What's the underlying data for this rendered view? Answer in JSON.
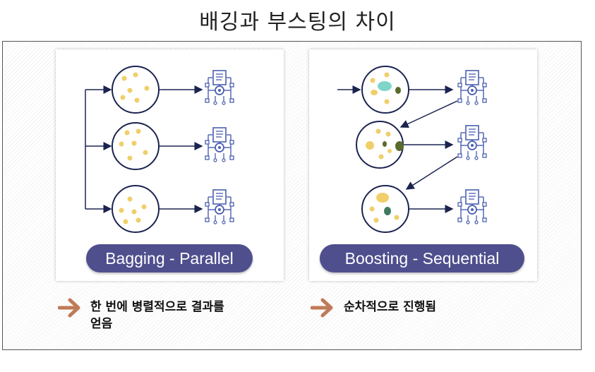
{
  "title": "배깅과 부스팅의 차이",
  "bagging": {
    "label": "Bagging - Parallel",
    "note_line1": "한 번에 병렬적으로 결과를",
    "note_line2": "얻음"
  },
  "boosting": {
    "label": "Boosting - Sequential",
    "note": "순차적으로 진행됨"
  },
  "colors": {
    "pill": "#4f4f8e",
    "arrow": "#c07a57",
    "model_icon": "#4a5fb0",
    "dot": "#f0cf6a",
    "dark_dot": "#5a6b2e",
    "teal_dot": "#7fd6c8"
  },
  "icons": [
    "model-icon",
    "sample-circle",
    "arrow-right-icon"
  ]
}
